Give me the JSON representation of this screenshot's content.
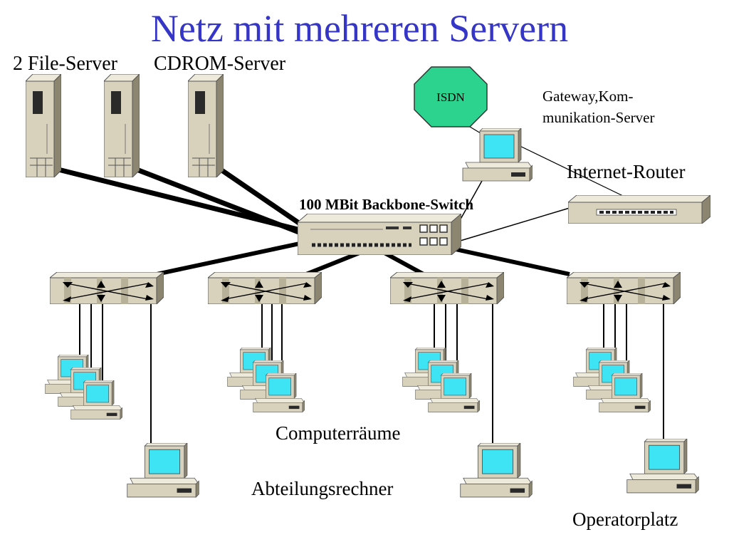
{
  "title": "Netz mit mehreren Servern",
  "labels": {
    "file_servers": "2 File-Server",
    "cdrom_server": "CDROM-Server",
    "isdn": "ISDN",
    "gateway_line1": "Gateway,Kom-",
    "gateway_line2": "munikation-Server",
    "internet_router": "Internet-Router",
    "backbone_switch": "100 MBit Backbone-Switch",
    "computerraeume": "Computerräume",
    "abteilungsrechner": "Abteilungsrechner",
    "operatorplatz": "Operatorplatz"
  },
  "colors": {
    "title": "#3535c8",
    "isdn_fill": "#2bd38f",
    "screen": "#3fe4f4",
    "device_body": "#d8d2bd",
    "device_shadow": "#8c8670",
    "cable": "#000000"
  },
  "icons": {
    "server": "tower-server-icon",
    "workstation": "desktop-computer-icon",
    "hub": "network-hub-icon",
    "switch": "backbone-switch-icon",
    "router": "router-icon",
    "isdn": "isdn-octagon-icon"
  }
}
